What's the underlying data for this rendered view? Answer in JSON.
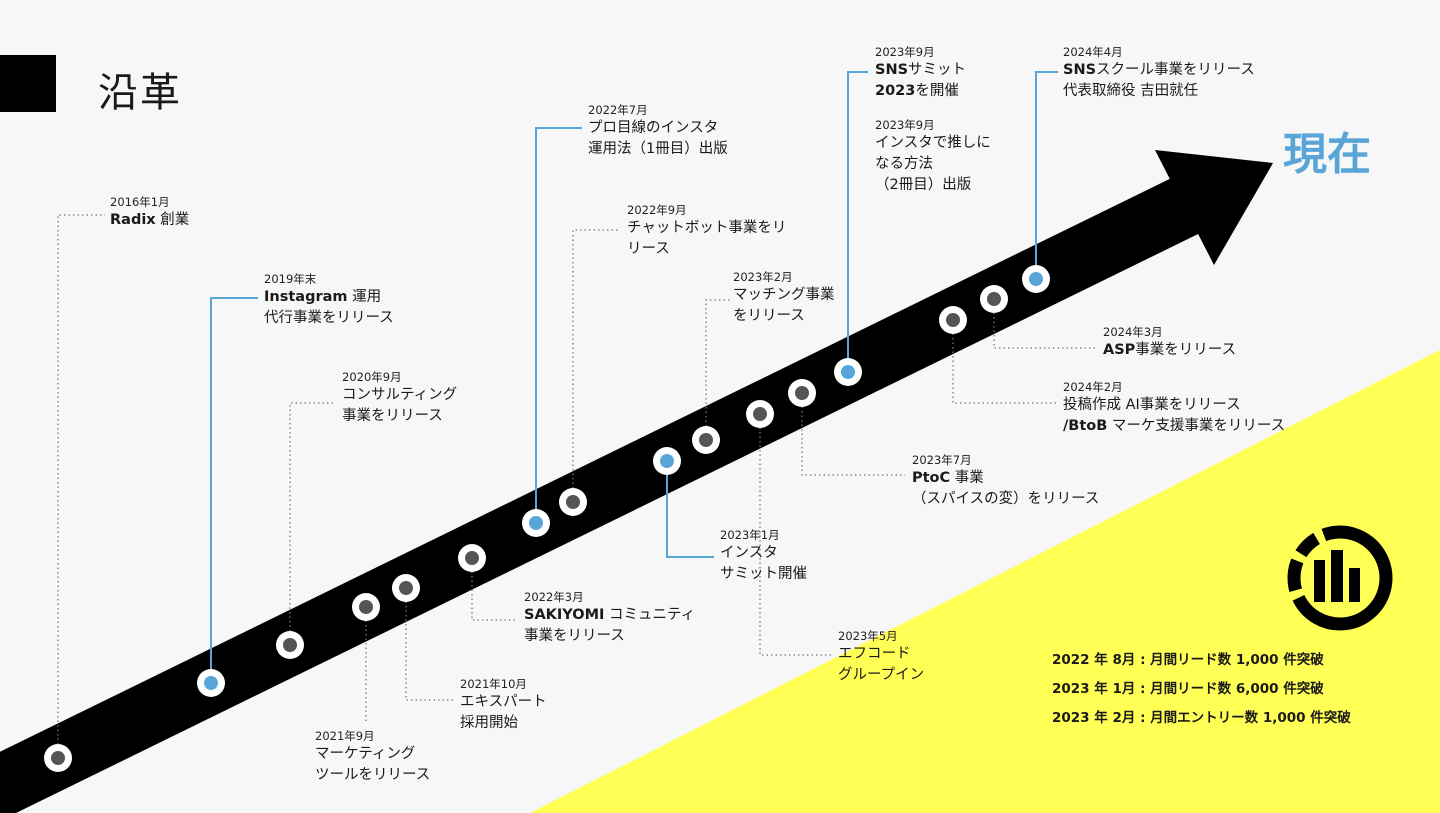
{
  "title": "沿革",
  "now_label": "現在",
  "colors": {
    "accent_blue": "#5aa5d8",
    "yellow": "#ffff55",
    "arrow": "#000000",
    "dot_gray": "#555555"
  },
  "events": [
    {
      "date": "2016年1月",
      "lines": [
        {
          "b": "Radix",
          "t": " 創業"
        }
      ],
      "highlight": false
    },
    {
      "date": "2019年末",
      "lines": [
        {
          "b": "Instagram",
          "t": " 運用"
        },
        {
          "b": "",
          "t": "代行事業をリリース"
        }
      ],
      "highlight": true
    },
    {
      "date": "2020年9月",
      "lines": [
        {
          "b": "",
          "t": "コンサルティング"
        },
        {
          "b": "",
          "t": "事業をリリース"
        }
      ],
      "highlight": false
    },
    {
      "date": "2021年9月",
      "lines": [
        {
          "b": "",
          "t": "マーケティング"
        },
        {
          "b": "",
          "t": "ツールをリリース"
        }
      ],
      "highlight": false
    },
    {
      "date": "2021年10月",
      "lines": [
        {
          "b": "",
          "t": "エキスパート"
        },
        {
          "b": "",
          "t": "採用開始"
        }
      ],
      "highlight": false
    },
    {
      "date": "2022年3月",
      "lines": [
        {
          "b": "SAKIYOMI",
          "t": " コミュニティ"
        },
        {
          "b": "",
          "t": "事業をリリース"
        }
      ],
      "highlight": false
    },
    {
      "date": "2022年7月",
      "lines": [
        {
          "b": "",
          "t": "プロ目線のインスタ"
        },
        {
          "b": "",
          "t": "運用法（1冊目）出版"
        }
      ],
      "highlight": true
    },
    {
      "date": "2022年9月",
      "lines": [
        {
          "b": "",
          "t": "チャットボット事業をリ"
        },
        {
          "b": "",
          "t": "リース"
        }
      ],
      "highlight": false
    },
    {
      "date": "2023年1月",
      "lines": [
        {
          "b": "",
          "t": "インスタ"
        },
        {
          "b": "",
          "t": "サミット開催"
        }
      ],
      "highlight": true
    },
    {
      "date": "2023年2月",
      "lines": [
        {
          "b": "",
          "t": "マッチング事業"
        },
        {
          "b": "",
          "t": "をリリース"
        }
      ],
      "highlight": false
    },
    {
      "date": "2023年5月",
      "lines": [
        {
          "b": "",
          "t": "エフコード"
        },
        {
          "b": "",
          "t": "グループイン"
        }
      ],
      "highlight": false
    },
    {
      "date": "2023年7月",
      "lines": [
        {
          "b": "PtoC",
          "t": " 事業"
        },
        {
          "b": "",
          "t": "（スパイスの変）をリリース"
        }
      ],
      "highlight": false
    },
    {
      "date": "2023年9月",
      "lines": [
        {
          "b": "SNS",
          "t": "サミット"
        },
        {
          "b": "2023",
          "t": "を開催"
        }
      ],
      "highlight": true
    },
    {
      "date": "2024年2月",
      "lines": [
        {
          "b": "",
          "t": "投稿作成 AI事業をリリース"
        },
        {
          "b": "/BtoB",
          "t": " マーケ支援事業をリリース"
        }
      ],
      "highlight": false
    },
    {
      "date": "2024年3月",
      "lines": [
        {
          "b": "ASP",
          "t": "事業をリリース"
        }
      ],
      "highlight": false
    },
    {
      "date": "2024年4月",
      "lines": [
        {
          "b": "SNS",
          "t": "スクール事業をリリース"
        },
        {
          "b": "",
          "t": "代表取締役 吉田就任"
        }
      ],
      "highlight": true
    },
    {
      "date": "2023年9月",
      "lines": [
        {
          "b": "",
          "t": "インスタで推しに"
        },
        {
          "b": "",
          "t": "なる方法"
        },
        {
          "b": "",
          "t": "（2冊目）出版"
        }
      ],
      "highlight": false
    }
  ],
  "stats": [
    "2022 年 8月 : 月間リード数  1,000 件突破",
    "2023 年 1月  : 月間リード数  6,000 件突破",
    "2023 年 2月 : 月間エントリー数  1,000 件突破"
  ]
}
